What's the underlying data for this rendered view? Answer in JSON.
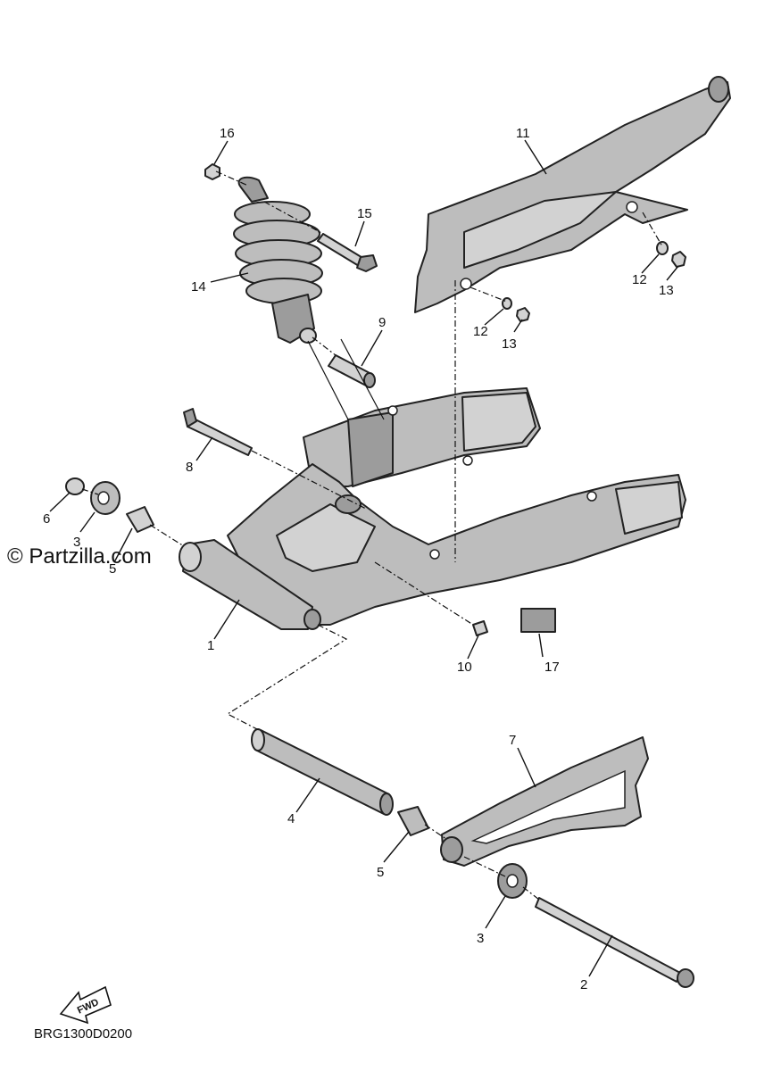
{
  "watermark": "© Partzilla.com",
  "diagram_code": "BRG1300D0200",
  "fwd_label": "FWD",
  "callouts": {
    "c1": "1",
    "c2": "2",
    "c3a": "3",
    "c3b": "3",
    "c4": "4",
    "c5a": "5",
    "c5b": "5",
    "c6": "6",
    "c7": "7",
    "c8": "8",
    "c9": "9",
    "c10": "10",
    "c11": "11",
    "c12a": "12",
    "c12b": "12",
    "c13a": "13",
    "c13b": "13",
    "c14": "14",
    "c15": "15",
    "c16": "16",
    "c17": "17"
  }
}
